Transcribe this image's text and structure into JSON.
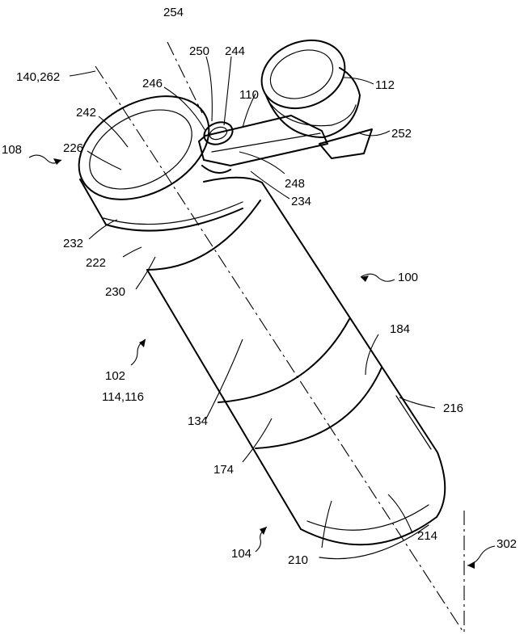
{
  "diagram": {
    "labels": {
      "l254": "254",
      "l250": "250",
      "l244": "244",
      "l140_262": "140,262",
      "l246": "246",
      "l110": "110",
      "l112": "112",
      "l242": "242",
      "l252": "252",
      "l108": "108",
      "l226": "226",
      "l248": "248",
      "l234": "234",
      "l232": "232",
      "l222": "222",
      "l100": "100",
      "l230": "230",
      "l184": "184",
      "l102": "102",
      "l114_116": "114,116",
      "l216": "216",
      "l134": "134",
      "l174": "174",
      "l214": "214",
      "l302": "302",
      "l104": "104",
      "l210": "210"
    }
  }
}
